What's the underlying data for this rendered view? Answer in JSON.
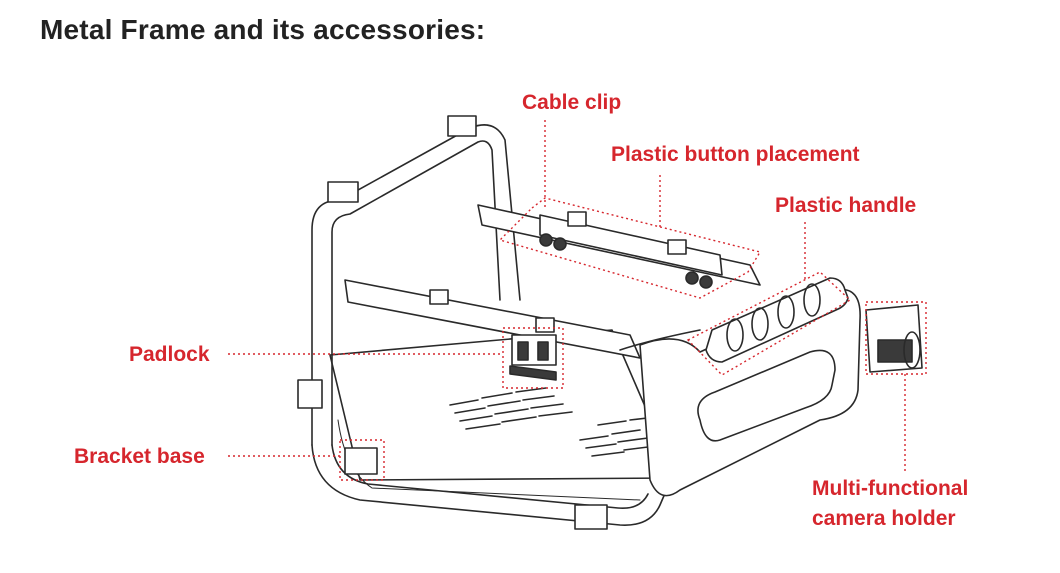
{
  "title": "Metal Frame and its accessories:",
  "accent_color": "#d6262d",
  "labels": {
    "cable_clip": "Cable clip",
    "button_placement": "Plastic button placement",
    "plastic_handle": "Plastic handle",
    "padlock": "Padlock",
    "bracket_base": "Bracket base",
    "camera_holder_line1": "Multi-functional",
    "camera_holder_line2": "camera holder"
  }
}
